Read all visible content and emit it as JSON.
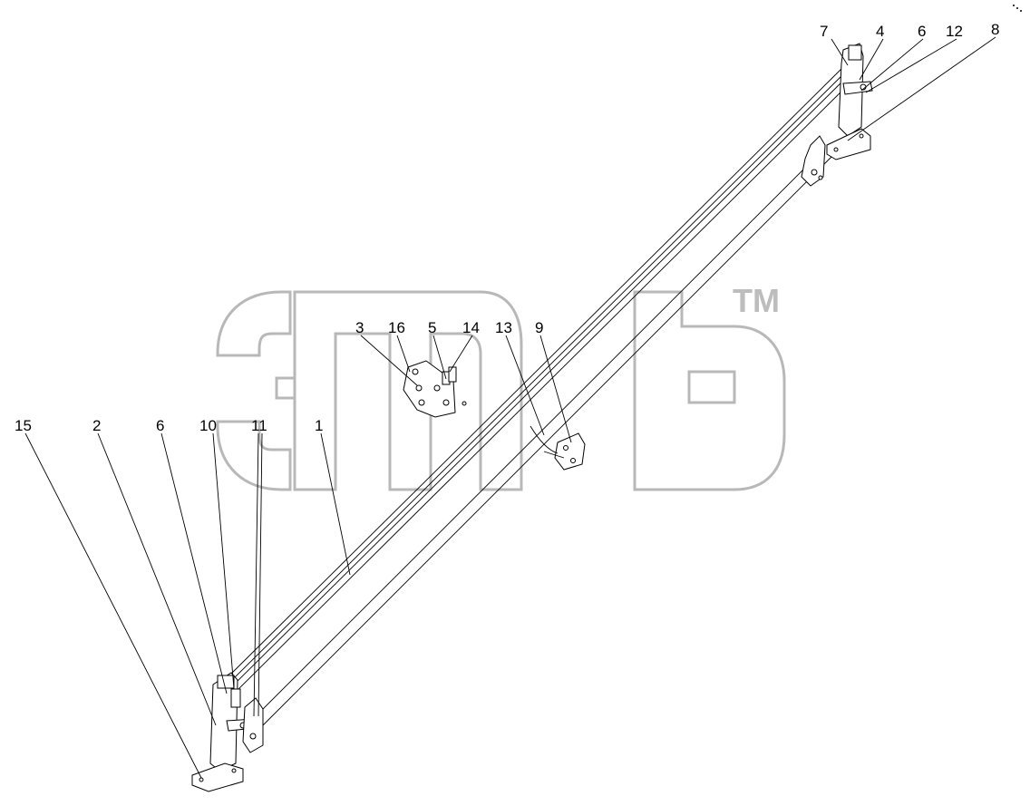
{
  "watermark": {
    "logo": "эпб",
    "trademark": "TM"
  },
  "callouts": [
    {
      "id": "c7",
      "text": "7"
    },
    {
      "id": "c4",
      "text": "4"
    },
    {
      "id": "c6a",
      "text": "6"
    },
    {
      "id": "c12",
      "text": "12"
    },
    {
      "id": "c8",
      "text": "8"
    },
    {
      "id": "c3",
      "text": "3"
    },
    {
      "id": "c16",
      "text": "16"
    },
    {
      "id": "c5",
      "text": "5"
    },
    {
      "id": "c14",
      "text": "14"
    },
    {
      "id": "c13",
      "text": "13"
    },
    {
      "id": "c9",
      "text": "9"
    },
    {
      "id": "c15",
      "text": "15"
    },
    {
      "id": "c2",
      "text": "2"
    },
    {
      "id": "c6b",
      "text": "6"
    },
    {
      "id": "c10",
      "text": "10"
    },
    {
      "id": "c11",
      "text": "11"
    },
    {
      "id": "c1",
      "text": "1"
    }
  ]
}
